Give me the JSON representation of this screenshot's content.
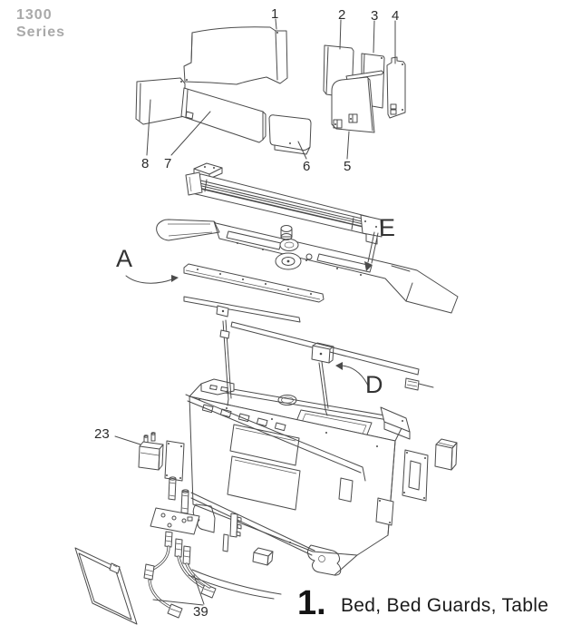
{
  "series_label": {
    "line1": "1300",
    "line2": "Series"
  },
  "callouts": {
    "c1": "1",
    "c2": "2",
    "c3": "3",
    "c4": "4",
    "c5": "5",
    "c6": "6",
    "c7": "7",
    "c8": "8",
    "c23": "23",
    "c39": "39"
  },
  "letters": {
    "a": "A",
    "d": "D",
    "e": "E"
  },
  "caption": {
    "number": "1.",
    "title": "Bed, Bed Guards, Table"
  },
  "figure": {
    "type": "exploded-parts-diagram",
    "subject": "machine bed, bed guards and table assembly",
    "part_references_visible": [
      "1",
      "2",
      "3",
      "4",
      "5",
      "6",
      "7",
      "8",
      "23",
      "39",
      "A",
      "D",
      "E"
    ]
  },
  "colors": {
    "line": "#4b4b4b",
    "label_text": "#2b2b2b",
    "series_gray": "#a9a9a9",
    "background": "#ffffff"
  }
}
